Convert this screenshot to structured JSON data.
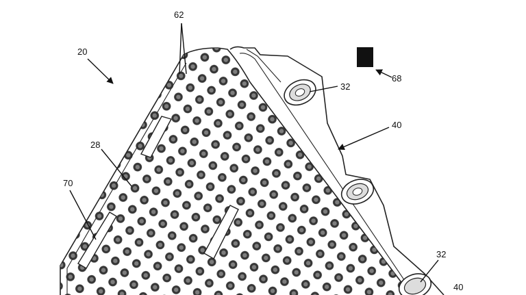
{
  "figure": {
    "labels": {
      "ref_20": "20",
      "ref_62": "62",
      "ref_28": "28",
      "ref_70": "70",
      "ref_32_top": "32",
      "ref_68": "68",
      "ref_40_mid": "40",
      "ref_32_bottom": "32",
      "ref_40_bottom": "40"
    },
    "colors": {
      "ink": "#111111",
      "dot": "#2b2b2b",
      "background": "#ffffff",
      "marker": "#111111"
    },
    "icons": [
      "fastener-icon",
      "square-marker-icon",
      "arrow-icon"
    ]
  }
}
